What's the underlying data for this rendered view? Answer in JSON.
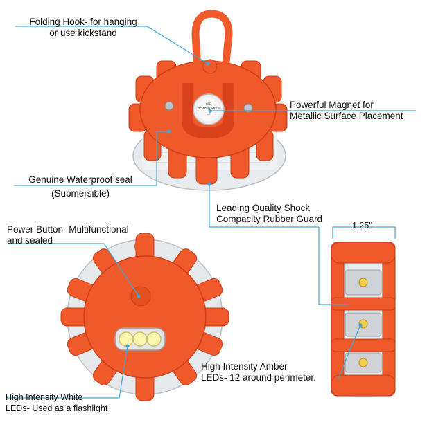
{
  "labels": {
    "folding_hook_1": "Folding Hook- for hanging",
    "folding_hook_2": "or use kickstand",
    "magnet_1": "Powerful Magnet for",
    "magnet_2": "Metallic Surface Placement",
    "waterproof_1": "Genuine Waterproof seal",
    "waterproof_2": "(Submersible)",
    "shock_1": "Leading Quality Shock",
    "shock_2": "Compacity Rubber Guard",
    "dimension": "1.25''",
    "power_1": "Power Button- Multifunctional",
    "power_2": "and sealed",
    "amber_1": "High Intensity Amber",
    "amber_2": "LEDs- 12 around perimeter.",
    "white_1": "High Intensity White",
    "white_2": "LEDs- Used as a flashlight"
  },
  "center_text": {
    "line1": "LED",
    "line2": "ROAD FLARES",
    "line3": "CE"
  },
  "colors": {
    "housing": "#f0592a",
    "housing_dark": "#c9401b",
    "callout_line": "#3fa7d6",
    "lens": "#e9ecef"
  }
}
